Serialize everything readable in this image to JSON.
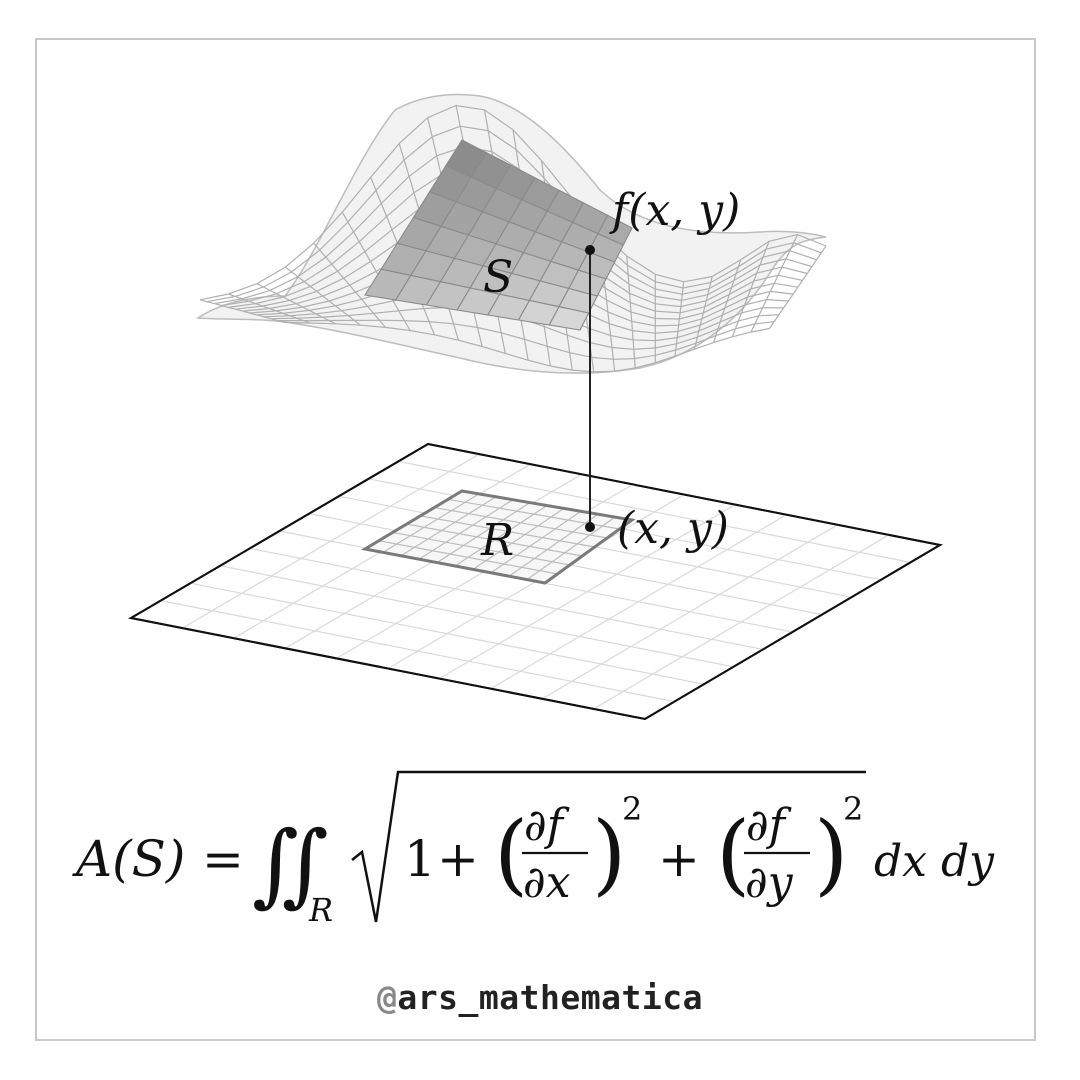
{
  "labels": {
    "surface": "S",
    "region": "R",
    "point_top": "f(x, y)",
    "point_bottom": "(x, y)"
  },
  "formula": {
    "lhs": "A(S)",
    "equals": "=",
    "integral": "∬",
    "subscript": "R",
    "one": "1",
    "plus": "+",
    "num": "∂f",
    "den_x": "∂x",
    "den_y": "∂y",
    "exp": "2",
    "differential": "dx dy"
  },
  "handle": {
    "at": "@",
    "name": "ars_mathematica"
  },
  "colors": {
    "surface_fill": "#f1f1f1",
    "surface_grid": "#a9a9a9",
    "patch_dark": "#8f8f8f",
    "patch_light": "#cdcdcd",
    "plane_grid": "#d6d6d6",
    "region_stroke": "#7a7a7a",
    "ink": "#111111"
  }
}
